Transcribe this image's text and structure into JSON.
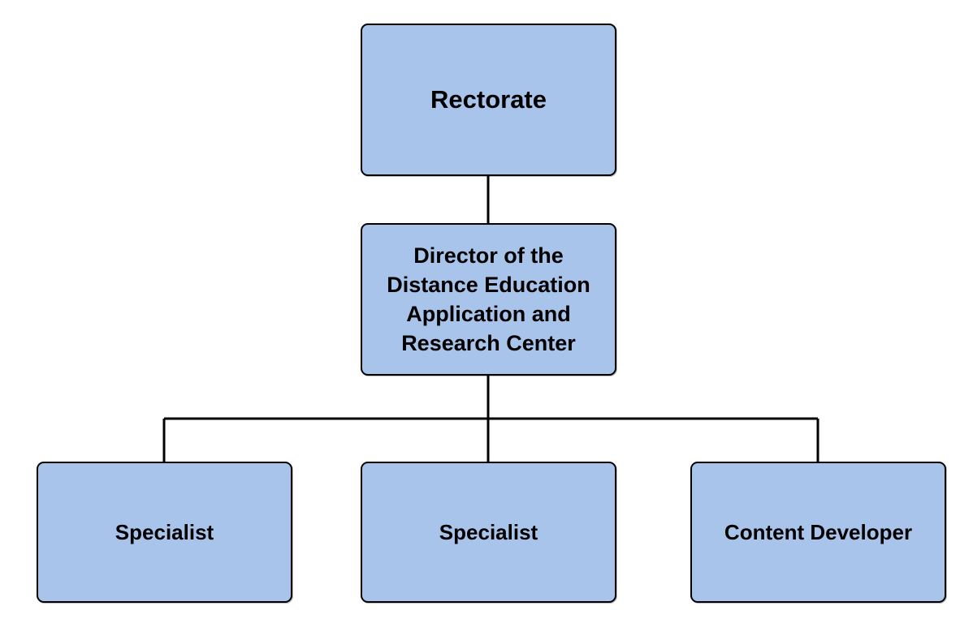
{
  "org_chart": {
    "root": {
      "label": "Rectorate"
    },
    "director": {
      "label": "Director of the Distance Education Application and Research Center"
    },
    "staff": [
      {
        "label": "Specialist"
      },
      {
        "label": "Specialist"
      },
      {
        "label": "Content Developer"
      }
    ]
  },
  "colors": {
    "box_fill": "#a9c4ea",
    "box_border": "#000000",
    "connector": "#000000",
    "text": "#000000"
  }
}
